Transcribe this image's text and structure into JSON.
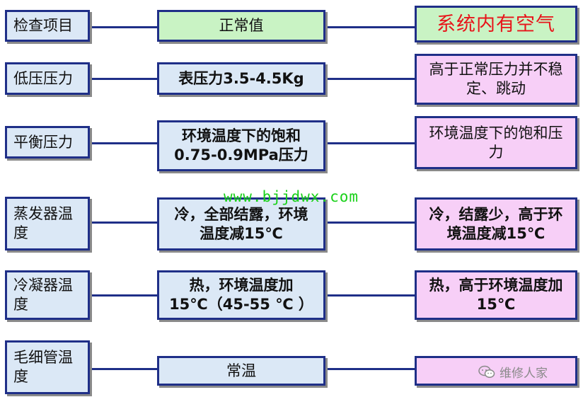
{
  "rows": [
    {
      "label": "检查项目",
      "normal": "正常值",
      "result": "系统内有空气"
    },
    {
      "label": "低压压力",
      "normal": "表压力3.5-4.5Kg",
      "result": "高于正常压力并不稳定、跳动"
    },
    {
      "label": "平衡压力",
      "normal": "环境温度下的饱和0.75-0.9MPa压力",
      "result": "环境温度下的饱和压力"
    },
    {
      "label": "蒸发器温度",
      "normal": "冷，全部结露，环境温度减15℃",
      "result": "冷，结露少，高于环境温度减15℃"
    },
    {
      "label": "冷凝器温度",
      "normal": "热，环境温度加15℃（45-55 ℃ ）",
      "result": "热，高于环境温度加15℃"
    },
    {
      "label": "毛细管温度",
      "normal": "常温",
      "result": ""
    }
  ],
  "watermark": "www.bjjdwx.com",
  "brand": {
    "name": "维修人家",
    "icon": "wechat-icon"
  },
  "colors": {
    "border": "#1f2f88",
    "blue_fill": "#dbe8f6",
    "green_fill": "#c9f3c4",
    "pink_fill": "#f7cff7",
    "header_red": "#e8141a",
    "watermark_green": "#19d119"
  }
}
